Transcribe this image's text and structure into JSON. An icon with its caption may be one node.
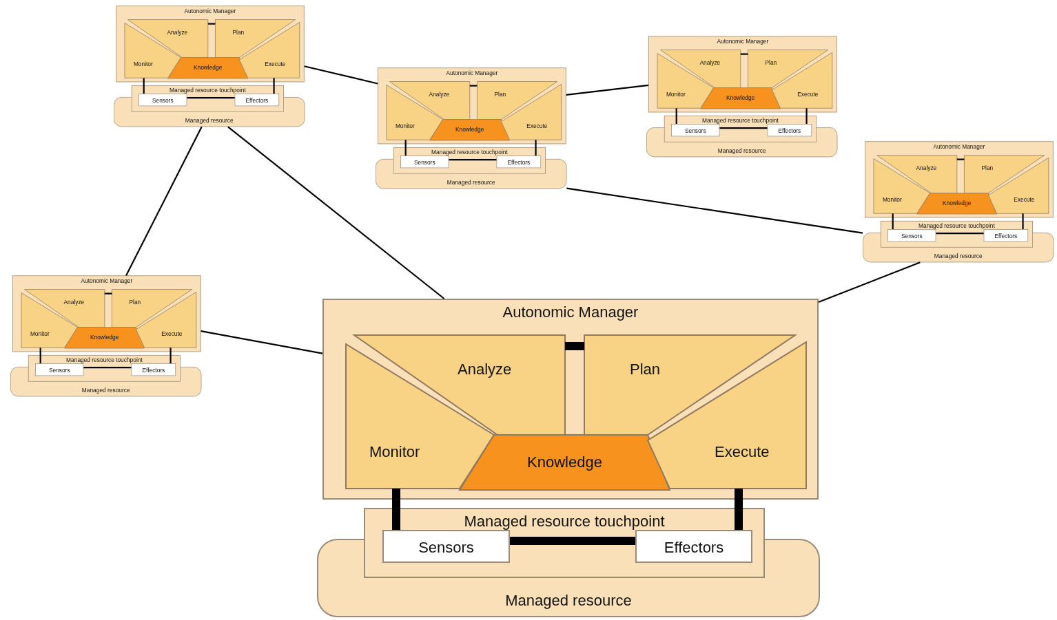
{
  "diagram": {
    "nodes": [
      {
        "text": [
          "Autonomic Manager"
        ]
      },
      {
        "text": [
          "Analyze"
        ],
        "in": 0
      },
      {
        "text": [
          "Plan"
        ],
        "in": 0
      },
      {
        "text": [
          "Monitor"
        ],
        "in": 0
      },
      {
        "text": [
          "Knowledge"
        ],
        "in": 0
      },
      {
        "text": [
          "Execute"
        ],
        "in": 0
      },
      {
        "text": [
          "Managed resource touchpoint"
        ]
      },
      {
        "text": [
          "Sensors"
        ],
        "in": 6
      },
      {
        "text": [
          "Effectors"
        ],
        "in": 6
      },
      {
        "text": [
          "Managed resource"
        ]
      },
      {
        "text": [
          "Autonomic Manager"
        ]
      },
      {
        "text": [
          "Analyze"
        ],
        "in": 10
      },
      {
        "text": [
          "Plan"
        ],
        "in": 10
      },
      {
        "text": [
          "Monitor"
        ],
        "in": 10
      },
      {
        "text": [
          "Knowledge"
        ],
        "in": 10
      },
      {
        "text": [
          "Execute"
        ],
        "in": 10
      },
      {
        "text": [
          "Managed resource touchpoint"
        ]
      },
      {
        "text": [
          "Sensors"
        ],
        "in": 16
      },
      {
        "text": [
          "Effectors"
        ],
        "in": 16
      },
      {
        "text": [
          "Managed resource"
        ]
      },
      {
        "text": [
          "Autonomic Manager"
        ]
      },
      {
        "text": [
          "Analyze"
        ],
        "in": 20
      },
      {
        "text": [
          "Plan"
        ],
        "in": 20
      },
      {
        "text": [
          "Monitor"
        ],
        "in": 20
      },
      {
        "text": [
          "Knowledge"
        ],
        "in": 20
      },
      {
        "text": [
          "Execute"
        ],
        "in": 20
      },
      {
        "text": [
          "Managed resource touchpoint"
        ]
      },
      {
        "text": [
          "Sensors"
        ],
        "in": 26
      },
      {
        "text": [
          "Effectors"
        ],
        "in": 26
      },
      {
        "text": [
          "Managed resource"
        ]
      },
      {
        "text": [
          "Autonomic Manager"
        ]
      },
      {
        "text": [
          "Analyze"
        ],
        "in": 30
      },
      {
        "text": [
          "Plan"
        ],
        "in": 30
      },
      {
        "text": [
          "Monitor"
        ],
        "in": 30
      },
      {
        "text": [
          "Knowledge"
        ],
        "in": 30
      },
      {
        "text": [
          "Execute"
        ],
        "in": 30
      },
      {
        "text": [
          "Managed resource touchpoint"
        ]
      },
      {
        "text": [
          "Sensors"
        ],
        "in": 36
      },
      {
        "text": [
          "Effectors"
        ],
        "in": 36
      },
      {
        "text": [
          "Managed resource"
        ]
      },
      {
        "text": [
          "Autonomic Manager"
        ]
      },
      {
        "text": [
          "Analyze"
        ],
        "in": 40
      },
      {
        "text": [
          "Plan"
        ],
        "in": 40
      },
      {
        "text": [
          "Monitor"
        ],
        "in": 40
      },
      {
        "text": [
          "Knowledge"
        ],
        "in": 40
      },
      {
        "text": [
          "Execute"
        ],
        "in": 40
      },
      {
        "text": [
          "Managed resource touchpoint"
        ]
      },
      {
        "text": [
          "Sensors"
        ],
        "in": 46
      },
      {
        "text": [
          "Effectors"
        ],
        "in": 46
      },
      {
        "text": [
          "Managed resource"
        ]
      },
      {
        "text": [
          "Autonomic Manager"
        ]
      },
      {
        "text": [
          "Analyze"
        ],
        "in": 50
      },
      {
        "text": [
          "Plan"
        ],
        "in": 50
      },
      {
        "text": [
          "Monitor"
        ],
        "in": 50
      },
      {
        "text": [
          "Knowledge"
        ],
        "in": 50
      },
      {
        "text": [
          "Execute"
        ],
        "in": 50
      },
      {
        "text": [
          "Managed resource touchpoint"
        ]
      },
      {
        "text": [
          "Sensors"
        ],
        "in": 56
      },
      {
        "text": [
          "Effectors"
        ],
        "in": 56
      },
      {
        "text": [
          "Managed resource"
        ]
      }
    ],
    "edges": [
      {
        "from": 1,
        "to": 2,
        "arrow": "none"
      },
      {
        "from": 3,
        "to": 7,
        "arrow": "none"
      },
      {
        "from": 5,
        "to": 8,
        "arrow": "none"
      },
      {
        "from": 7,
        "to": 8,
        "arrow": "none"
      },
      {
        "from": 11,
        "to": 12,
        "arrow": "none"
      },
      {
        "from": 13,
        "to": 17,
        "arrow": "none"
      },
      {
        "from": 15,
        "to": 18,
        "arrow": "none"
      },
      {
        "from": 17,
        "to": 18,
        "arrow": "none"
      },
      {
        "from": 21,
        "to": 22,
        "arrow": "none"
      },
      {
        "from": 23,
        "to": 27,
        "arrow": "none"
      },
      {
        "from": 25,
        "to": 28,
        "arrow": "none"
      },
      {
        "from": 27,
        "to": 28,
        "arrow": "none"
      },
      {
        "from": 31,
        "to": 32,
        "arrow": "none"
      },
      {
        "from": 33,
        "to": 37,
        "arrow": "none"
      },
      {
        "from": 35,
        "to": 38,
        "arrow": "none"
      },
      {
        "from": 37,
        "to": 38,
        "arrow": "none"
      },
      {
        "from": 41,
        "to": 42,
        "arrow": "none"
      },
      {
        "from": 43,
        "to": 47,
        "arrow": "none"
      },
      {
        "from": 45,
        "to": 48,
        "arrow": "none"
      },
      {
        "from": 47,
        "to": 48,
        "arrow": "none"
      },
      {
        "from": 51,
        "to": 52,
        "arrow": "none",
        "style": "thick"
      },
      {
        "from": 53,
        "to": 57,
        "arrow": "none",
        "style": "thick"
      },
      {
        "from": 55,
        "to": 58,
        "arrow": "none",
        "style": "thick"
      },
      {
        "from": 57,
        "to": 58,
        "arrow": "none",
        "style": "thick"
      },
      {
        "from": 0,
        "to": 10,
        "arrow": "none"
      },
      {
        "from": 10,
        "to": 20,
        "arrow": "none"
      },
      {
        "from": 19,
        "to": 39,
        "arrow": "none"
      },
      {
        "from": 9,
        "to": 40,
        "arrow": "none"
      },
      {
        "from": 9,
        "to": 50,
        "arrow": "none"
      },
      {
        "from": 40,
        "to": 50,
        "arrow": "none"
      },
      {
        "from": 39,
        "to": 50,
        "arrow": "none"
      }
    ]
  }
}
